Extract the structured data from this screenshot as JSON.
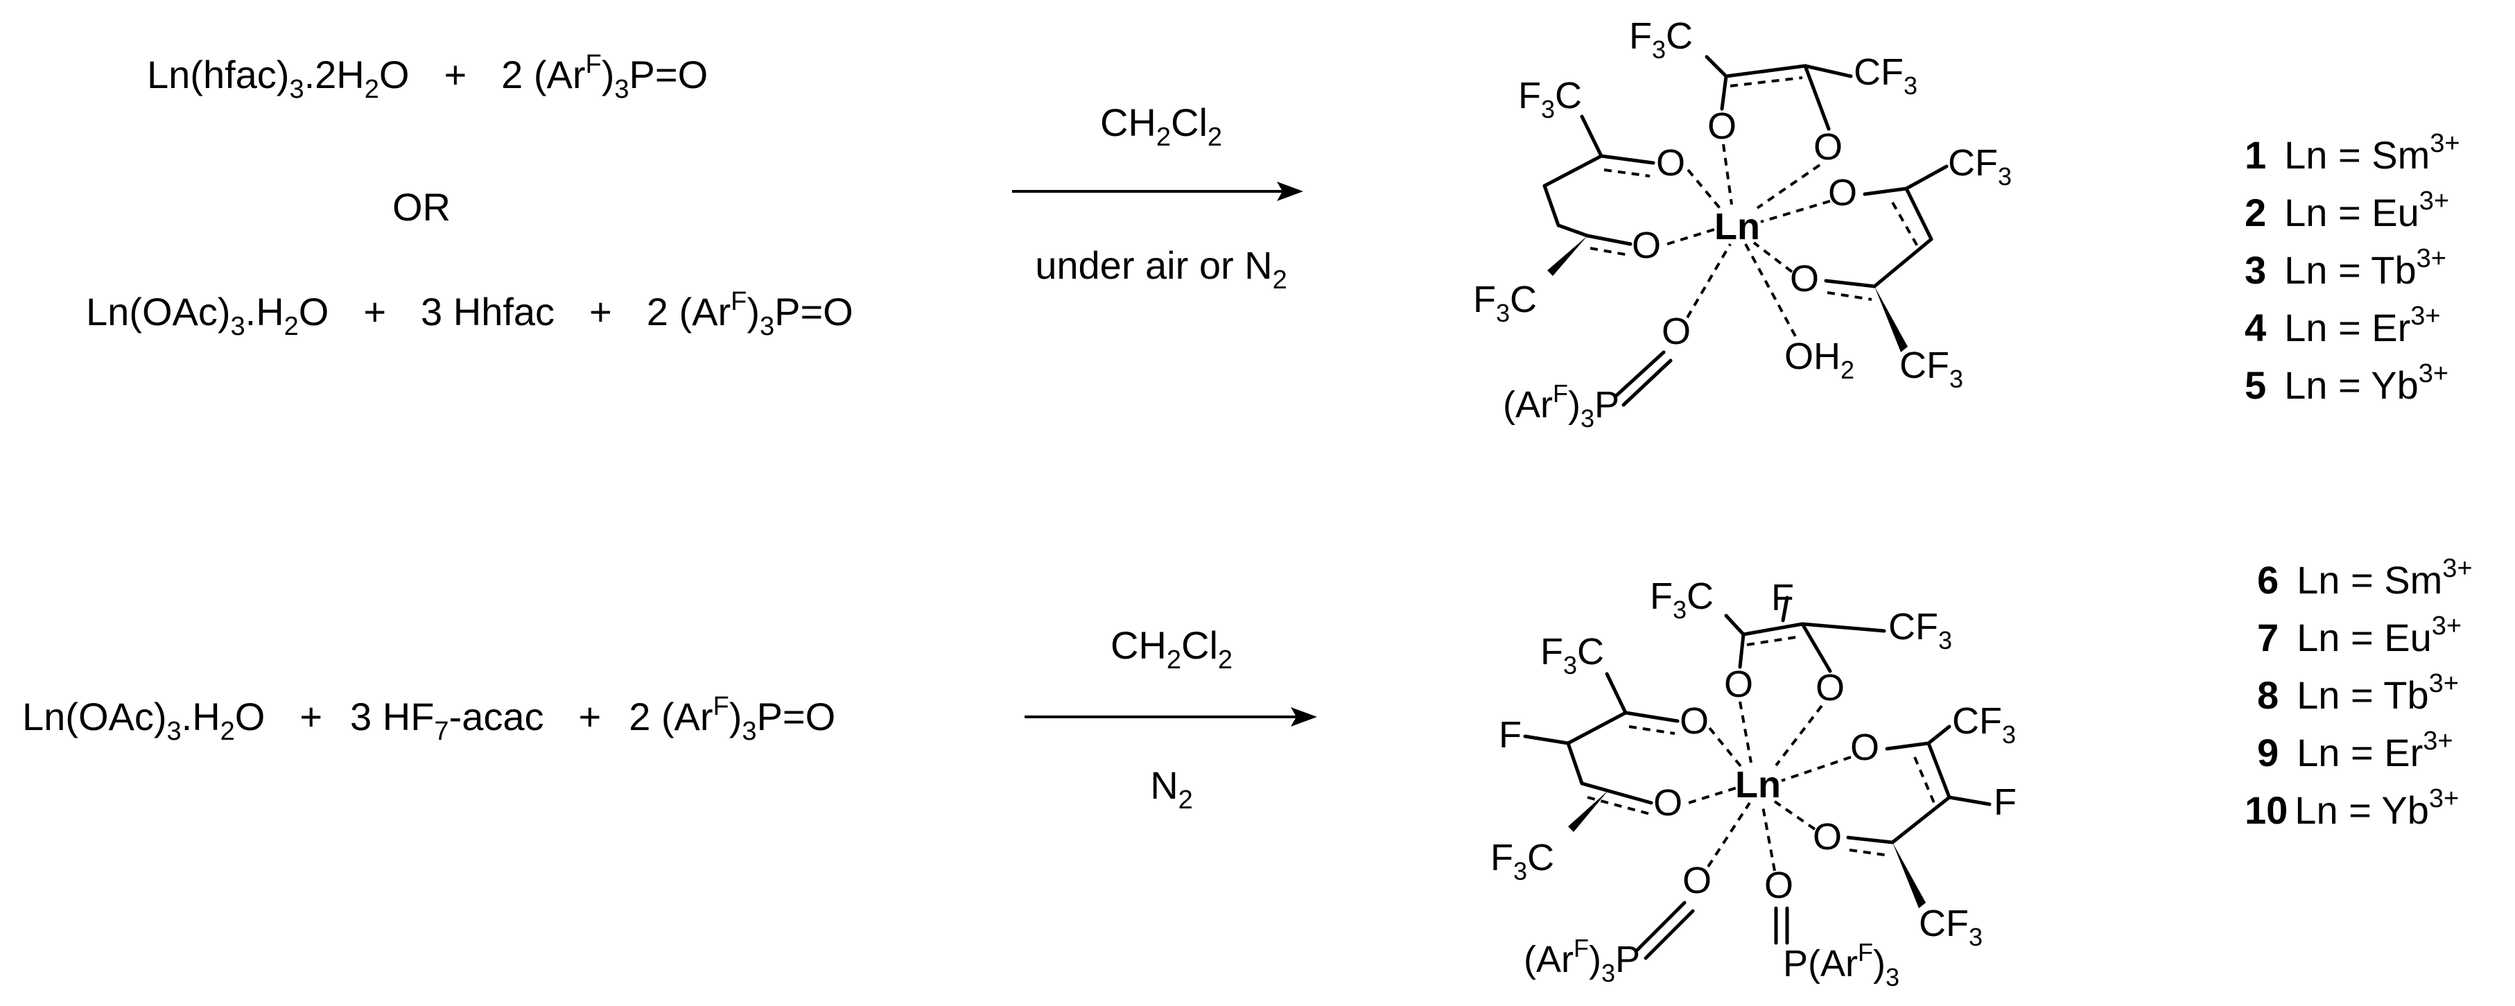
{
  "reaction1": {
    "route_a": {
      "ln": "Ln(hfac)",
      "s1": "3",
      "hyd": ".2H",
      "s2": "2",
      "o": "O",
      "plus": "+",
      "pre": "2 (Ar",
      "sup": "F",
      "close": ")",
      "s3": "3",
      "po": "P=O"
    },
    "or": "OR",
    "route_b": {
      "ln": "Ln(OAc)",
      "s1": "3",
      "hyd": ".H",
      "s2": "2",
      "o": "O",
      "plus1": "+",
      "acid": "3 Hhfac",
      "plus2": "+",
      "pre": "2 (Ar",
      "sup": "F",
      "close": ")",
      "s3": "3",
      "po": "P=O"
    },
    "solvent": {
      "a": "CH",
      "s1": "2",
      "b": "Cl",
      "s2": "2"
    },
    "condition": {
      "a": "under air or N",
      "s": "2"
    },
    "product": {
      "metal": "Ln",
      "top_left": "F",
      "top_left_s": "3",
      "top_left_c": "C",
      "top_mid": "F",
      "top_mid_s": "3",
      "top_mid_c": "C",
      "top_mid_r": "CF",
      "top_mid_r_s": "3",
      "right_top": "CF",
      "right_top_s": "3",
      "right_bot": "CF",
      "right_bot_s": "3",
      "bot_left": "F",
      "bot_left_s": "3",
      "bot_left_c": "C",
      "oxygen": "O",
      "water": "OH",
      "water_s": "2",
      "phos": "(Ar",
      "phos_sup": "F",
      "phos_close": ")",
      "phos_s": "3",
      "phos_p": "P"
    },
    "labels": [
      {
        "num": "1",
        "text": "Ln = Sm",
        "charge": "3+"
      },
      {
        "num": "2",
        "text": "Ln = Eu",
        "charge": "3+"
      },
      {
        "num": "3",
        "text": "Ln = Tb",
        "charge": "3+"
      },
      {
        "num": "4",
        "text": "Ln = Er",
        "charge": "3+"
      },
      {
        "num": "5",
        "text": "Ln = Yb",
        "charge": "3+"
      }
    ]
  },
  "reaction2": {
    "reactants": {
      "ln": "Ln(OAc)",
      "s1": "3",
      "hyd": ".H",
      "s2": "2",
      "o": "O",
      "plus1": "+",
      "acid": "3 HF",
      "acid_s": "7",
      "acid_b": "-acac",
      "plus2": "+",
      "pre": "2 (Ar",
      "sup": "F",
      "close": ")",
      "s3": "3",
      "po": "P=O"
    },
    "solvent": {
      "a": "CH",
      "s1": "2",
      "b": "Cl",
      "s2": "2"
    },
    "condition": {
      "a": "N",
      "s": "2"
    },
    "product": {
      "metal": "Ln",
      "fluorine": "F",
      "oxygen": "O",
      "phos_l": "(Ar",
      "phos_l_sup": "F",
      "phos_l_close": ")",
      "phos_l_s": "3",
      "phos_l_p": "P",
      "phos_r_p": "P(Ar",
      "phos_r_sup": "F",
      "phos_r_close": ")",
      "phos_r_s": "3"
    },
    "labels": [
      {
        "num": "6",
        "text": "Ln = Sm",
        "charge": "3+"
      },
      {
        "num": "7",
        "text": "Ln = Eu",
        "charge": "3+"
      },
      {
        "num": "8",
        "text": "Ln = Tb",
        "charge": "3+"
      },
      {
        "num": "9",
        "text": "Ln = Er",
        "charge": "3+"
      },
      {
        "num": "10",
        "text": "Ln = Yb",
        "charge": "3+"
      }
    ]
  }
}
